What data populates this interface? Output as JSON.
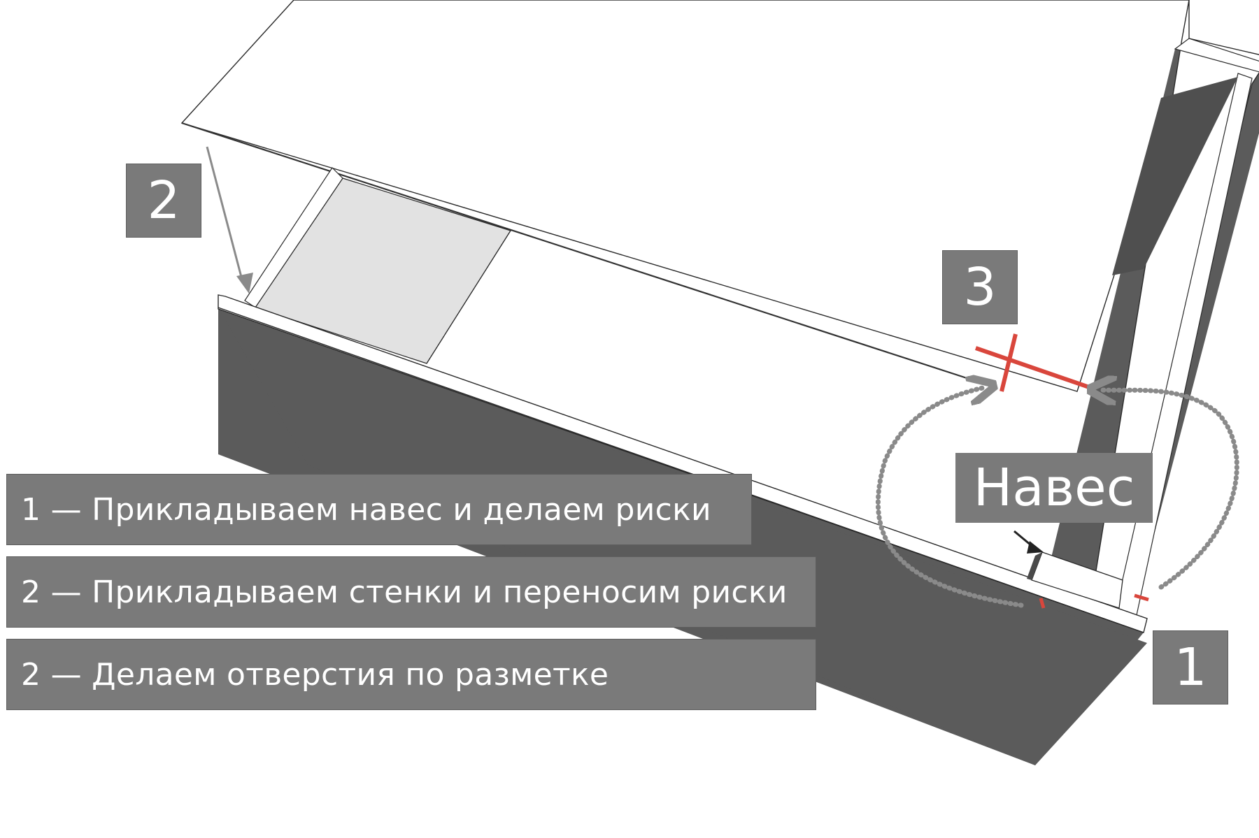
{
  "markers": {
    "m1": "1",
    "m2": "2",
    "m3": "3"
  },
  "hinge_label": "Навес",
  "steps": [
    "1 — Прикладываем навес и делаем риски",
    "2 — Прикладываем стенки и переносим риски",
    "2 — Делаем отверстия по разметке"
  ],
  "colors": {
    "panel_dark": "#5b5b5b",
    "panel_light": "#ffffff",
    "panel_shaded": "#e2e2e2",
    "tag_bg": "#7a7a7a",
    "mark_red": "#d9463c",
    "dotted_arrow": "#8a8a8a"
  }
}
